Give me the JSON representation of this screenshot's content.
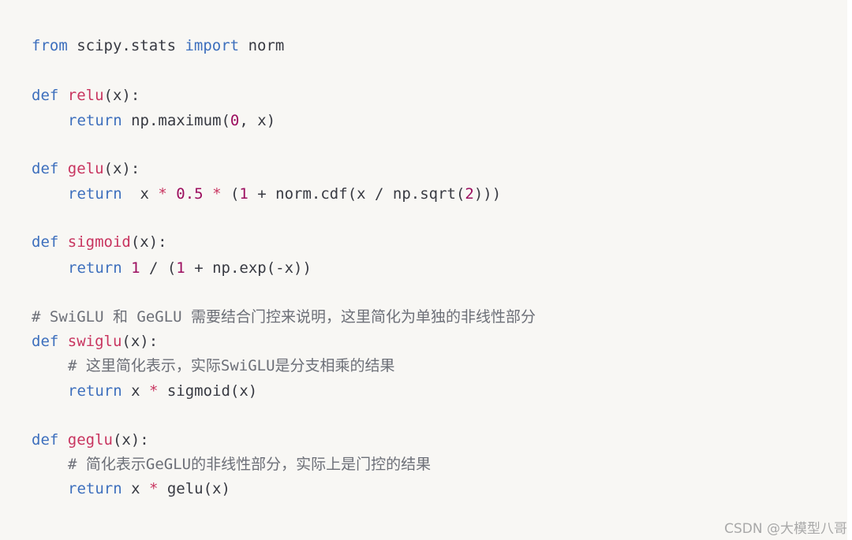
{
  "code": {
    "lines": [
      {
        "kw1": "from",
        "mod": " scipy.stats ",
        "kw2": "import",
        "name": " norm"
      },
      {
        "kw": "def",
        "fn": "relu",
        "sig": "(x):"
      },
      {
        "kw": "return",
        "rest": " np.maximum(",
        "num": "0",
        "tail": ", x)"
      },
      {
        "kw": "def",
        "fn": "gelu",
        "sig": "(x):"
      },
      {
        "kw": "return",
        "a": "  x ",
        "op1": "*",
        "num1": " 0.5 ",
        "op2": "*",
        "b": " (",
        "num2": "1",
        "c": " + norm.cdf(x / np.sqrt(",
        "num3": "2",
        "d": ")))"
      },
      {
        "kw": "def",
        "fn": "sigmoid",
        "sig": "(x):"
      },
      {
        "kw": "return",
        "num1": " 1",
        "a": " / (",
        "num2": "1",
        "b": " + np.exp(-x))"
      },
      {
        "comment": "# SwiGLU 和 GeGLU 需要结合门控来说明，这里简化为单独的非线性部分"
      },
      {
        "kw": "def",
        "fn": "swiglu",
        "sig": "(x):"
      },
      {
        "comment": "# 这里简化表示，实际SwiGLU是分支相乘的结果"
      },
      {
        "kw": "return",
        "a": " x ",
        "op": "*",
        "b": " sigmoid(x)"
      },
      {
        "kw": "def",
        "fn": "geglu",
        "sig": "(x):"
      },
      {
        "comment": "# 简化表示GeGLU的非线性部分，实际上是门控的结果"
      },
      {
        "kw": "return",
        "a": " x ",
        "op": "*",
        "b": " gelu(x)"
      }
    ]
  },
  "watermark": "CSDN @大模型八哥",
  "colors": {
    "background": "#f8f7f4",
    "keyword": "#3d6fbd",
    "function": "#c8345f",
    "number": "#9c0e5f",
    "comment": "#6c6f77"
  }
}
